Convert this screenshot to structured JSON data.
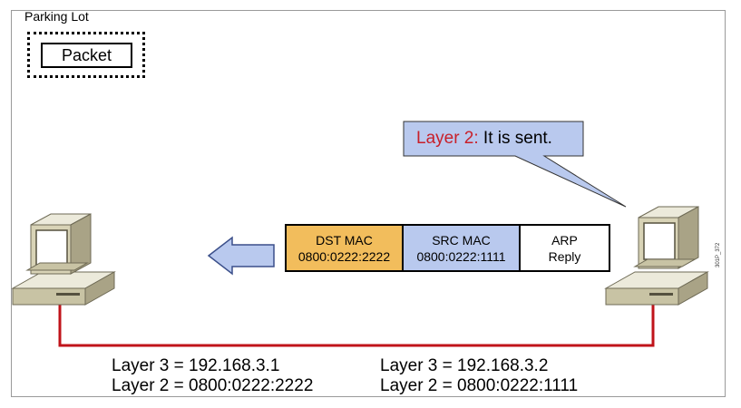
{
  "parking_lot": {
    "label": "Parking Lot",
    "packet_label": "Packet"
  },
  "callout": {
    "prefix": "Layer 2:",
    "text": " It is sent."
  },
  "frame_fields": {
    "dst": {
      "title": "DST MAC",
      "value": "0800:0222:2222"
    },
    "src": {
      "title": "SRC MAC",
      "value": "0800:0222:1111"
    },
    "payload": {
      "line1": "ARP",
      "line2": "Reply"
    }
  },
  "hosts": {
    "left": {
      "layer3": "Layer 3 = 192.168.3.1",
      "layer2": "Layer 2 = 0800:0222:2222"
    },
    "right": {
      "layer3": "Layer 3 = 192.168.3.2",
      "layer2": "Layer 2 = 0800:0222:1111"
    }
  },
  "figure_code": "301P_372",
  "colors": {
    "dst_fill": "#f2bd5c",
    "src_fill": "#b9c9ee",
    "callout_fill": "#b9c9ee",
    "callout_prefix": "#c8202a",
    "link_line": "#c0131a",
    "arrow_fill": "#b9c9ee",
    "computer_body": "#d8d3b6"
  }
}
